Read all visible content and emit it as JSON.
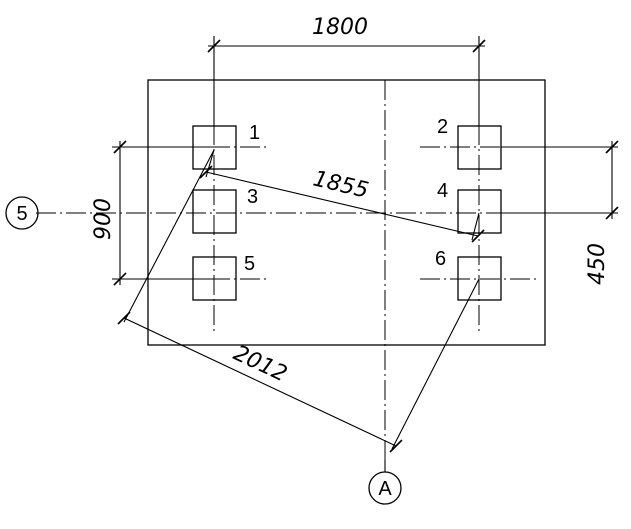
{
  "grid_bubbles": {
    "row": "5",
    "column": "A"
  },
  "pile_labels": [
    "1",
    "2",
    "3",
    "4",
    "5",
    "6"
  ],
  "dimensions": {
    "horizontal_spacing": "1800",
    "vertical_spacing": "900",
    "half_spacing": "450",
    "diagonal_3_4": "1855",
    "diagonal_to_grid": "2012"
  }
}
